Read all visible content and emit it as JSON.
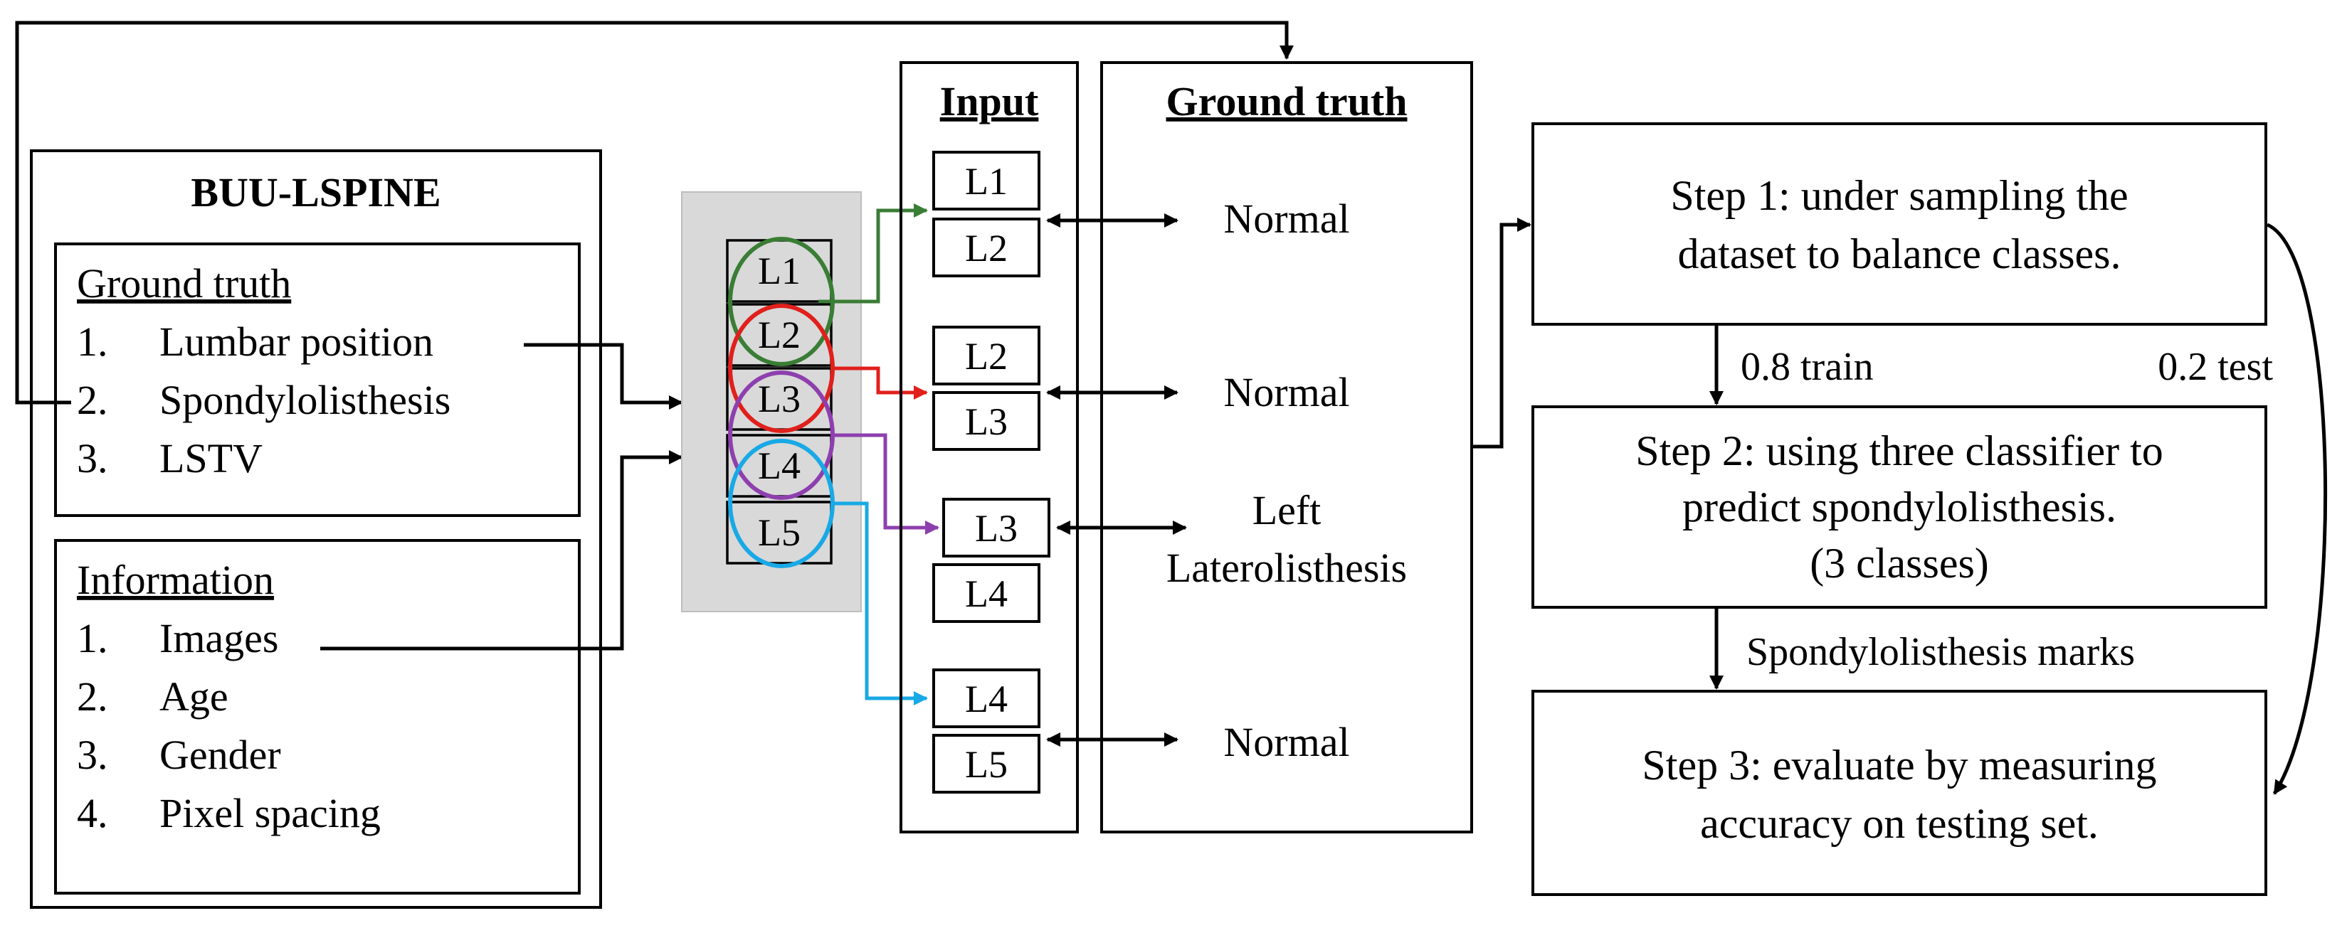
{
  "dataset": {
    "title": "BUU-LSPINE",
    "ground_truth": {
      "heading": "Ground truth",
      "items": [
        {
          "num": "1.",
          "text": "Lumbar position"
        },
        {
          "num": "2.",
          "text": "Spondylolisthesis"
        },
        {
          "num": "3.",
          "text": "LSTV"
        }
      ]
    },
    "information": {
      "heading": "Information",
      "items": [
        {
          "num": "1.",
          "text": "Images"
        },
        {
          "num": "2.",
          "text": "Age"
        },
        {
          "num": "3.",
          "text": "Gender"
        },
        {
          "num": "4.",
          "text": "Pixel spacing"
        }
      ]
    }
  },
  "spine": {
    "vertebrae": [
      "L1",
      "L2",
      "L3",
      "L4",
      "L5"
    ],
    "circle_colors": [
      "#3a7d35",
      "#e0201c",
      "#8e3fae",
      "#18a9e6"
    ]
  },
  "input": {
    "heading": "Input",
    "pairs": [
      {
        "top": "L1",
        "bottom": "L2"
      },
      {
        "top": "L2",
        "bottom": "L3"
      },
      {
        "top": "L3",
        "bottom": "L4"
      },
      {
        "top": "L4",
        "bottom": "L5"
      }
    ]
  },
  "ground_truth_col": {
    "heading": "Ground truth",
    "labels": [
      {
        "lines": [
          "Normal"
        ]
      },
      {
        "lines": [
          "Normal"
        ]
      },
      {
        "lines": [
          "Left",
          "Laterolisthesis"
        ]
      },
      {
        "lines": [
          "Normal"
        ]
      }
    ]
  },
  "steps": [
    {
      "lines": [
        "Step 1: under sampling the",
        "dataset to balance classes."
      ]
    },
    {
      "lines": [
        "Step 2: using three classifier to",
        "predict spondylolisthesis.",
        "(3 classes)"
      ]
    },
    {
      "lines": [
        "Step 3: evaluate by measuring",
        "accuracy on testing set."
      ]
    }
  ],
  "edge_labels": {
    "train": "0.8 train",
    "test": "0.2 test",
    "marks": "Spondylolisthesis marks"
  },
  "colors": {
    "line": "#000000",
    "spine_panel": "#d9d9d9",
    "green": "#3a7d35",
    "red": "#e0201c",
    "purple": "#8e3fae",
    "blue": "#18a9e6"
  }
}
